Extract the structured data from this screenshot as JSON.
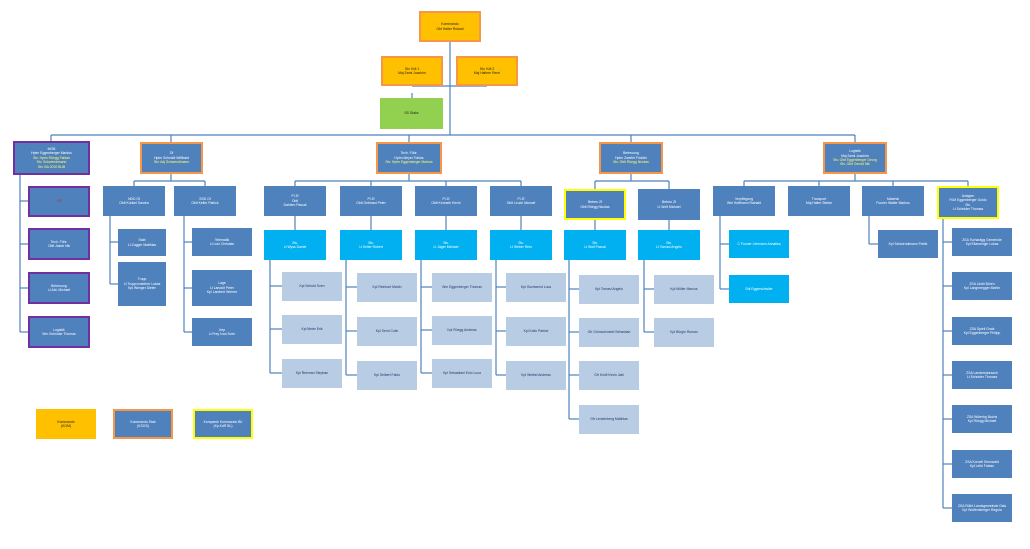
{
  "nodes": {
    "kommando": {
      "line1": "Kommando",
      "line2": "Obt Halter Roland"
    },
    "stv_kdt_1": {
      "line1": "Stv. Kdt 1",
      "line2": "Maj Sami Joachim"
    },
    "stv_kdt_2": {
      "line1": "Stv. Kdt 2",
      "line2": "Maj Haltner René"
    },
    "ss_stab": {
      "line1": "SS Stabs"
    },
    "mob": {
      "line1": "MOB",
      "line2": "Hptm Eggenberger Markus",
      "line3": "Stv. Hptm Rüegg Fabian",
      "line4": "Stv. Schwendimann",
      "line5": "Stv. BA 2020 BUB"
    },
    "of": {
      "line1": "Of",
      "line2": "Hptm Schmidt Willibald",
      "line3": "Stv. Adj Schwendimann"
    },
    "tech_fuhr": {
      "line1": "Tech. Führ.",
      "line2": "Hptm Meyer Tobias",
      "line3": "Stv. Hptm Eggenberger Markus"
    },
    "betreuung": {
      "line1": "Betreuung",
      "line2": "Hptm Zweifel Fridolin",
      "line3": "Stv. Oblt Rüegg Nicolas"
    },
    "logistik": {
      "line1": "Logistik",
      "line2": "Maj Sami Joachim",
      "line3": "Stv. Oblt Eggenberger Georg",
      "line4": "Stv. Oblt Gerold Nik"
    },
    "mob_a": {
      "line1": "Of"
    },
    "mob_b": {
      "line1": "Tech. Führ.",
      "line2": "Oblt Jakob Nik"
    },
    "mob_c": {
      "line1": "Betreuung",
      "line2": "Lt Abt. Michael"
    },
    "mob_d": {
      "line1": "Logistik",
      "line2": "Wm Schnider Thomas"
    },
    "ndd": {
      "line1": "NDD Of",
      "line2": "Oblt Kunkel Sandra"
    },
    "ndd_stab": {
      "line1": "Stab",
      "line2": "Lt Zugger Matthias"
    },
    "ndd_trupp": {
      "line1": "Trupp",
      "line2": "Lt Truppvorsteher Lukas",
      "line3": "Kpl Wenger Dieter"
    },
    "ssd": {
      "line1": "SSD Of",
      "line2": "Oblt Keller Patrick"
    },
    "ssd_telematik": {
      "line1": "Telematik",
      "line2": "Lt Lutz Christian"
    },
    "ssd_lage": {
      "line1": "Lage",
      "line2": "Lt Landolt Peter",
      "line3": "Kpl Lambert Werner"
    },
    "ssd_uep": {
      "line1": "Uep",
      "line2": "Lt Frey Ivan Sven"
    },
    "pi_z1": {
      "line1": "Pi Zf",
      "line2": "Oblt",
      "line3": "Dahlem Pascal"
    },
    "pi_z2": {
      "line1": "Pi Zf",
      "line2": "Oblt Gebhard Peter"
    },
    "pi_z3": {
      "line1": "Pi Zf",
      "line2": "Oblt Kenneth Kevin"
    },
    "pi_z4": {
      "line1": "Pi Zf",
      "line2": "Oblt Leuch Manuel"
    },
    "pi_stv1": {
      "line1": "Stv.",
      "line2": "Lt Wyss Daniel"
    },
    "pi_stv2": {
      "line1": "Stv.",
      "line2": "Lt Keller Robert"
    },
    "pi_stv3": {
      "line1": "Stv.",
      "line2": "Lt Jäger Michael"
    },
    "pi_stv4": {
      "line1": "Stv.",
      "line2": "Lt Weber Reto"
    },
    "z1_a": {
      "line1": "Kpl Sebold Sven"
    },
    "z1_b": {
      "line1": "Kpl Meier Erik"
    },
    "z1_c": {
      "line1": "Kpl Reeman Stephan"
    },
    "z2_a": {
      "line1": "Kpl Reinhart Martin"
    },
    "z2_b": {
      "line1": "Kpl Serni Colin"
    },
    "z2_c": {
      "line1": "Kpl Seibert Fabio"
    },
    "z3_a": {
      "line1": "Wm Eggenberger Thomas"
    },
    "z3_b": {
      "line1": "Kpl Rüegg Andreas"
    },
    "z3_c": {
      "line1": "Kpl Sebastiani Enio Luca"
    },
    "z4_a": {
      "line1": "Kpl Gschwend Luca"
    },
    "z4_b": {
      "line1": "Kpl Kolin Patrick"
    },
    "z4_c": {
      "line1": "Kpl Weibel Andreas"
    },
    "betreuung_z1": {
      "line1": "Betreu Zf",
      "line2": "Oblt Rüegg Nicolas"
    },
    "betreuung_z2": {
      "line1": "Betreu Zf",
      "line2": "Lt Wolf Michael"
    },
    "bz1_stv": {
      "line1": "Stv.",
      "line2": "Lt Wolf Pascal"
    },
    "bz2_stv": {
      "line1": "Stv.",
      "line2": "Lt Tomasi Angelo"
    },
    "bz1_a": {
      "line1": "Kpl Tomasi Angelo"
    },
    "bz1_b": {
      "line1": "Gfr Grünschnabel Sebastian"
    },
    "bz1_c": {
      "line1": "Gfr Knöll Kevin Jakl"
    },
    "bz1_d": {
      "line1": "Gfr Lendenberg Matthias"
    },
    "bz2_a": {
      "line1": "Kpl Müller Marcus"
    },
    "bz2_b": {
      "line1": "Kpl Bürgin Roman"
    },
    "verpflegung": {
      "line1": "Verpflegung",
      "line2": "Wm Hoffmann Rainald"
    },
    "verpf_a": {
      "line1": "C Fourier Lehmann Annalisa"
    },
    "verpf_b": {
      "line1": "Sdt Eggerschwiler"
    },
    "transport": {
      "line1": "Transport",
      "line2": "Maj Halter Stefan"
    },
    "material": {
      "line1": "Material",
      "line2": "Fourier Walter Markus"
    },
    "material_a": {
      "line1": "Kpl Schwendimann Patrik"
    },
    "anlagen": {
      "line1": "Anlagen",
      "line2": "FüM Eggenberger Guido",
      "line3": "Stv.",
      "line4": "Lt Schnider Thomas"
    },
    "anl_1": {
      "line1": "ZSA Tscharägg Gemeinde",
      "line2": "Kpl Eliasrengin Lukas"
    },
    "anl_2": {
      "line1": "ZSA Lindli Büren",
      "line2": "Kpl Langenegger Martin"
    },
    "anl_3": {
      "line1": "ZSA Spieli Gratz",
      "line2": "Kpl Eggenberger Philipp"
    },
    "anl_4": {
      "line1": "ZSA Landersdorsach",
      "line2": "Lt Schnider Thomas"
    },
    "anl_5": {
      "line1": "ZSA Widerhg Buchs",
      "line2": "Kpl Rüegg Michael"
    },
    "anl_6": {
      "line1": "ZSA Kornell Sennwald",
      "line2": "Kpl Leibi Fabian"
    },
    "anl_7": {
      "line1": "ZSA Rüthl Landsgemeinde Gais",
      "line2": "Kpl Wolfensberger Regula"
    },
    "legend_1": {
      "line1": "Kommando",
      "line2": "(KOM)"
    },
    "legend_2": {
      "line1": "Kommando Stab",
      "line2": "(KSOS)"
    },
    "legend_3": {
      "line1": "Kompanie Kommando Bü",
      "line2": "(Kp KdR BL)"
    }
  },
  "colors": {
    "fill_blue": "#4f81bd",
    "fill_cyan": "#00b0f0",
    "fill_pale": "#b8cce4",
    "fill_orange": "#ffc000",
    "fill_green": "#92d050",
    "border_purple": "#7030a0",
    "border_orange": "#f79646",
    "border_yellow": "#ffff00",
    "connector": "#4f81bd"
  }
}
